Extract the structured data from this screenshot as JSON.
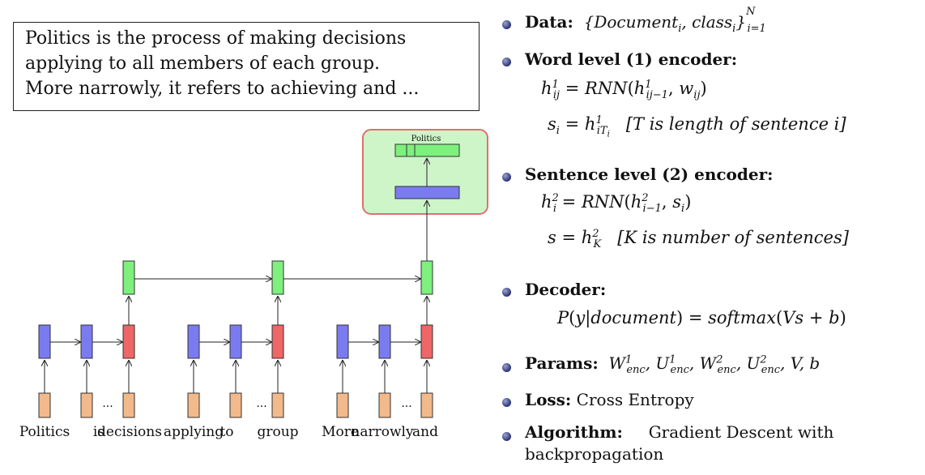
{
  "quote": {
    "lines": [
      "Politics is the process of making decisions",
      "applying to all members of each group.",
      "More narrowly, it refers to achieving and ..."
    ]
  },
  "diagram": {
    "output_label": "Politics",
    "ellipsis": "...",
    "words": [
      "Politics",
      "is",
      "decisions",
      "applying",
      "to",
      "group",
      "More",
      "narrowly",
      "and"
    ],
    "colors": {
      "embedding": "#f2b98a",
      "word_rnn": "#7b7bf0",
      "word_last": "#ee6666",
      "sentence": "#7df07d",
      "output_panel": "#cdf5c8",
      "output_border": "#e07070"
    }
  },
  "bullets": {
    "data_label": "Data:",
    "word_enc_label": "Word level (1) encoder:",
    "word_enc_note": "[T is length of sentence i]",
    "sent_enc_label": "Sentence level (2) encoder:",
    "sent_enc_note": "[K is number of sentences]",
    "decoder_label": "Decoder:",
    "params_label": "Params:",
    "loss_label": "Loss:",
    "loss_value": "Cross Entropy",
    "algo_label": "Algorithm:",
    "algo_value_1": "Gradient Descent with",
    "algo_value_2": "backpropagation"
  }
}
